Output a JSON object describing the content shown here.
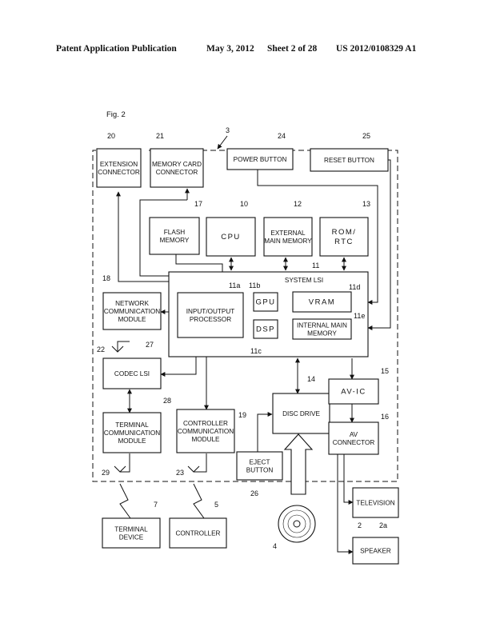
{
  "header": {
    "publication": "Patent Application Publication",
    "date": "May 3, 2012",
    "sheet": "Sheet 2 of 28",
    "number": "US 2012/0108329 A1"
  },
  "figure_label": "Fig. 2",
  "blocks": {
    "extension_connector": {
      "lines": [
        "EXTENSION",
        "CONNECTOR"
      ],
      "ref": "20"
    },
    "memory_card_connector": {
      "lines": [
        "MEMORY CARD",
        "CONNECTOR"
      ],
      "ref": "21"
    },
    "power_button": {
      "lines": [
        "POWER BUTTON"
      ],
      "ref": "24"
    },
    "reset_button": {
      "lines": [
        "RESET BUTTON"
      ],
      "ref": "25"
    },
    "flash_memory": {
      "lines": [
        "FLASH",
        "MEMORY"
      ],
      "ref": "17"
    },
    "cpu": {
      "lines": [
        "CPU"
      ],
      "ref": "10"
    },
    "external_main_memory": {
      "lines": [
        "EXTERNAL",
        "MAIN MEMORY"
      ],
      "ref": "12"
    },
    "rom_rtc": {
      "lines": [
        "ROM/",
        "RTC"
      ],
      "ref": "13"
    },
    "system_lsi": {
      "lines": [
        "SYSTEM LSI"
      ],
      "ref": "11"
    },
    "io_processor": {
      "lines": [
        "INPUT/OUTPUT",
        "PROCESSOR"
      ],
      "ref": "11a"
    },
    "gpu": {
      "lines": [
        "GPU"
      ],
      "ref": "11b"
    },
    "dsp": {
      "lines": [
        "DSP"
      ],
      "ref": "11c"
    },
    "vram": {
      "lines": [
        "VRAM"
      ],
      "ref": "11d"
    },
    "internal_main_memory": {
      "lines": [
        "INTERNAL MAIN",
        "MEMORY"
      ],
      "ref": "11e"
    },
    "network_module": {
      "lines": [
        "NETWORK",
        "COMMUNICATION",
        "MODULE"
      ],
      "ref": "18"
    },
    "codec_lsi": {
      "lines": [
        "CODEC LSI"
      ],
      "ref": "27"
    },
    "terminal_module": {
      "lines": [
        "TERMINAL",
        "COMMUNICATION",
        "MODULE"
      ],
      "ref": "28"
    },
    "controller_module": {
      "lines": [
        "CONTROLLER",
        "COMMUNICATION",
        "MODULE"
      ],
      "ref": "19"
    },
    "disc_drive": {
      "lines": [
        "DISC DRIVE"
      ],
      "ref": "14"
    },
    "eject_button": {
      "lines": [
        "EJECT",
        "BUTTON"
      ],
      "ref": "26"
    },
    "av_ic": {
      "lines": [
        "AV-IC"
      ],
      "ref": "15"
    },
    "av_connector": {
      "lines": [
        "AV",
        "CONNECTOR"
      ],
      "ref": "16"
    },
    "television": {
      "lines": [
        "TELEVISION"
      ],
      "ref": "2"
    },
    "speaker": {
      "lines": [
        "SPEAKER"
      ],
      "ref": "2a"
    },
    "terminal_device": {
      "lines": [
        "TERMINAL",
        "DEVICE"
      ],
      "ref": "7"
    },
    "controller": {
      "lines": [
        "CONTROLLER"
      ],
      "ref": "5"
    }
  },
  "refs": {
    "game_apparatus": "3",
    "antenna_network": "22",
    "antenna_terminal": "29",
    "antenna_controller": "23",
    "optical_disc": "4"
  }
}
